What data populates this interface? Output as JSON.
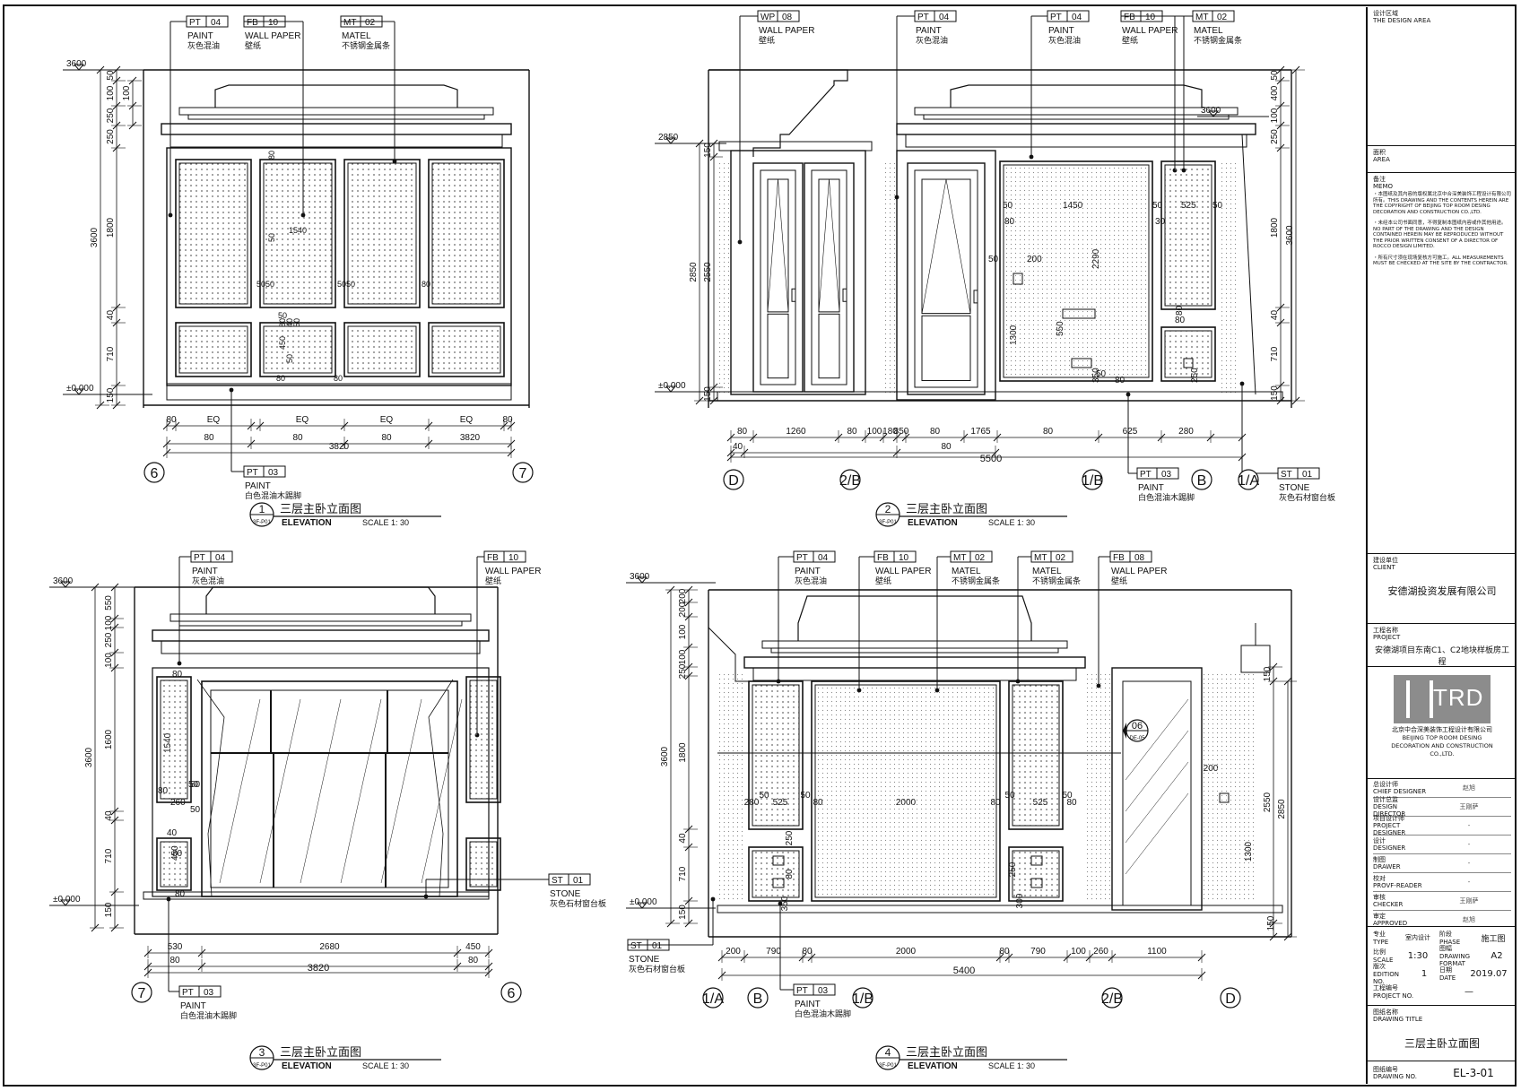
{
  "sheet": {
    "border_color": "#111111",
    "line_color": "#111111",
    "hatch_color": "#666666"
  },
  "tags": [
    {
      "code": "PT",
      "num": "04",
      "en": "PAINT",
      "cn": "灰色混油"
    },
    {
      "code": "FB",
      "num": "10",
      "en": "WALL PAPER",
      "cn": "壁纸"
    },
    {
      "code": "MT",
      "num": "02",
      "en": "MATEL",
      "cn": "不锈钢金属条"
    },
    {
      "code": "PT",
      "num": "03",
      "en": "PAINT",
      "cn": "白色混油木踢脚"
    },
    {
      "code": "WP",
      "num": "08",
      "en": "WALL PAPER",
      "cn": "壁纸"
    },
    {
      "code": "PT",
      "num": "04",
      "en": "PAINT",
      "cn": "灰色混油"
    },
    {
      "code": "PT",
      "num": "04",
      "en": "PAINT",
      "cn": "灰色混油"
    },
    {
      "code": "FB",
      "num": "10",
      "en": "WALL PAPER",
      "cn": "壁纸"
    },
    {
      "code": "MT",
      "num": "02",
      "en": "MATEL",
      "cn": "不锈钢金属条"
    },
    {
      "code": "PT",
      "num": "03",
      "en": "PAINT",
      "cn": "白色混油木踢脚"
    },
    {
      "code": "ST",
      "num": "01",
      "en": "STONE",
      "cn": "灰色石材窗台板"
    },
    {
      "code": "PT",
      "num": "04",
      "en": "PAINT",
      "cn": "灰色混油"
    },
    {
      "code": "FB",
      "num": "10",
      "en": "WALL PAPER",
      "cn": "壁纸"
    },
    {
      "code": "ST",
      "num": "01",
      "en": "STONE",
      "cn": "灰色石材窗台板"
    },
    {
      "code": "PT",
      "num": "03",
      "en": "PAINT",
      "cn": "白色混油木踢脚"
    },
    {
      "code": "PT",
      "num": "04",
      "en": "PAINT",
      "cn": "灰色混油"
    },
    {
      "code": "FB",
      "num": "10",
      "en": "WALL PAPER",
      "cn": "壁纸"
    },
    {
      "code": "MT",
      "num": "02",
      "en": "MATEL",
      "cn": "不锈钢金属条"
    },
    {
      "code": "MT",
      "num": "02",
      "en": "MATEL",
      "cn": "不锈钢金属条"
    },
    {
      "code": "FB",
      "num": "08",
      "en": "WALL PAPER",
      "cn": "壁纸"
    },
    {
      "code": "ST",
      "num": "01",
      "en": "STONE",
      "cn": "灰色石材窗台板"
    },
    {
      "code": "PT",
      "num": "03",
      "en": "PAINT",
      "cn": "白色混油木踢脚"
    }
  ],
  "levels": [
    "3600",
    "±0.000",
    "2850",
    "3600",
    "±0.000",
    "3600",
    "±0.000"
  ],
  "axes": [
    "6",
    "7",
    "D",
    "2/B",
    "1/B",
    "B",
    "1/A",
    "7",
    "6",
    "1/A",
    "B",
    "1/B",
    "2/B",
    "D"
  ],
  "dims": {
    "v1_left": [
      "50",
      "100",
      "250",
      "100",
      "250",
      "1800",
      "40",
      "710",
      "150",
      "3600"
    ],
    "v1_bottom": [
      "80",
      "EQ",
      "EQ",
      "EQ",
      "EQ",
      "80",
      "80",
      "80",
      "80",
      "3820"
    ],
    "v1_inner": [
      "80",
      "50",
      "1540",
      "50",
      "50",
      "50",
      "50",
      "80",
      "50",
      "80",
      "40",
      "50",
      "450",
      "50",
      "80",
      "80"
    ],
    "v2_left": [
      "150",
      "2850",
      "2550",
      "150"
    ],
    "v2_right": [
      "50",
      "400",
      "100",
      "250",
      "3600",
      "1800",
      "40",
      "710",
      "150"
    ],
    "v2_inner": [
      "50",
      "1450",
      "50",
      "525",
      "50",
      "80",
      "30",
      "80",
      "50",
      "200",
      "2290",
      "550",
      "1300",
      "350",
      "50",
      "80",
      "250",
      "80"
    ],
    "v2_bottom": [
      "80",
      "1260",
      "80",
      "100",
      "180",
      "850",
      "80",
      "1765",
      "80",
      "625",
      "280",
      "40",
      "80",
      "5500"
    ],
    "v3_left": [
      "550",
      "100",
      "250",
      "100",
      "1600",
      "40",
      "710",
      "150",
      "3600"
    ],
    "v3_inner": [
      "80",
      "1540",
      "50",
      "80",
      "50",
      "260",
      "50",
      "40",
      "80",
      "450",
      "80"
    ],
    "v3_bottom": [
      "530",
      "2680",
      "450",
      "80",
      "80",
      "3820"
    ],
    "v4_left": [
      "200",
      "200",
      "100",
      "100",
      "250",
      "1800",
      "40",
      "710",
      "150",
      "3600"
    ],
    "v4_right": [
      "150",
      "2550",
      "2850",
      "200",
      "1300",
      "150"
    ],
    "v4_inner": [
      "280",
      "50",
      "525",
      "50",
      "80",
      "2000",
      "80",
      "50",
      "525",
      "50",
      "80",
      "250",
      "80",
      "250",
      "300",
      "350"
    ],
    "v4_bottom": [
      "200",
      "790",
      "80",
      "2000",
      "80",
      "790",
      "100",
      "260",
      "1100",
      "5400"
    ],
    "callout_num": "06",
    "callout_sheet": "DE-05"
  },
  "views": [
    {
      "num": "1",
      "sheet": "3F-P01",
      "title_cn": "三层主卧立面图",
      "title_en": "ELEVATION",
      "scale": "SCALE 1: 30"
    },
    {
      "num": "2",
      "sheet": "3F-P01",
      "title_cn": "三层主卧立面图",
      "title_en": "ELEVATION",
      "scale": "SCALE 1: 30"
    },
    {
      "num": "3",
      "sheet": "3F-P01",
      "title_cn": "三层主卧立面图",
      "title_en": "ELEVATION",
      "scale": "SCALE 1: 30"
    },
    {
      "num": "4",
      "sheet": "3F-P01",
      "title_cn": "三层主卧立面图",
      "title_en": "ELEVATION",
      "scale": "SCALE 1: 30"
    }
  ],
  "title_block": {
    "design_area_cn": "设计区域",
    "design_area_en": "THE DESIGN AREA",
    "area_cn": "面积",
    "area_en": "AREA",
    "memo_cn": "备注",
    "memo_en": "MEMO",
    "memo_items": [
      "・本图纸及其内容的版权属北京中合深美装饰工程设计有限公司所有。THIS DRAWING AND THE CONTENTS HEREIN ARE THE COPYRIGHT OF BEIJING TOP ROOM DESING DECORATION AND CONSTRUCTION CO.,LTD.",
      "・未经本公司书面同意，不得复制本图纸内容或作其他用途。NO PART OF THE DRAWING AND THE DESIGN CONTAINED HEREIN MAY BE REPRODUCED WITHOUT THE PRIOR WRITTEN CONSENT OF A DIRECTOR OF ROCCO DESIGN LIMITED.",
      "・所有尺寸须在现场复核方可施工。ALL MEASUREMENTS MUST BE CHECKED AT THE SITE BY THE CONTRACTOR."
    ],
    "client_cn": "建设单位",
    "client_en": "CLIENT",
    "client": "安德湖投资发展有限公司",
    "project_cn": "工程名称",
    "project_en": "PROJECT",
    "project": "安德湖项目东南C1、C2地块样板房工程",
    "logo_text": "TRD",
    "company_cn": "北京中合深美装饰工程设计有限公司",
    "company_en1": "BEIJING TOP ROOM DESING",
    "company_en2": "DECORATION AND CONSTRUCTION",
    "company_en3": "CO.,LTD.",
    "roles": [
      {
        "cn": "总设计师",
        "en": "CHIEF DESIGNER",
        "v": "赵旭"
      },
      {
        "cn": "设计总监",
        "en": "DESIGN DIRECTOR",
        "v": "王刚萨"
      },
      {
        "cn": "项目设计师",
        "en": "PROJECT DESIGNER",
        "v": "-"
      },
      {
        "cn": "设计",
        "en": "DESIGNER",
        "v": "-"
      },
      {
        "cn": "制图",
        "en": "DRAWER",
        "v": "-"
      },
      {
        "cn": "校对",
        "en": "PROVF-READER",
        "v": "-"
      },
      {
        "cn": "审核",
        "en": "CHECKER",
        "v": "王刚萨"
      },
      {
        "cn": "审定",
        "en": "APPROVED",
        "v": "赵旭"
      }
    ],
    "type_cn": "专业",
    "type_en": "TYPE",
    "type_v": "室内设计",
    "phase_cn": "阶段",
    "phase_en": "PHASE",
    "phase_v": "施工图",
    "scale_cn": "比例",
    "scale_en": "SCALE",
    "scale_v": "1:30",
    "format_cn": "图幅",
    "format_en": "DRAWING FORMAT",
    "format_v": "A2",
    "edition_cn": "版次",
    "edition_en": "EDITION NO.",
    "edition_v": "1",
    "date_cn": "日期",
    "date_en": "DATE",
    "date_v": "2019.07",
    "projno_cn": "工程编号",
    "projno_en": "PROJECT NO.",
    "projno_v": "—",
    "dtitle_cn": "图纸名称",
    "dtitle_en": "DRAWING  TITLE",
    "dtitle_v": "三层主卧立面图",
    "dno_cn": "图纸编号",
    "dno_en": "DRAWING NO.",
    "dno_v": "EL-3-01"
  }
}
